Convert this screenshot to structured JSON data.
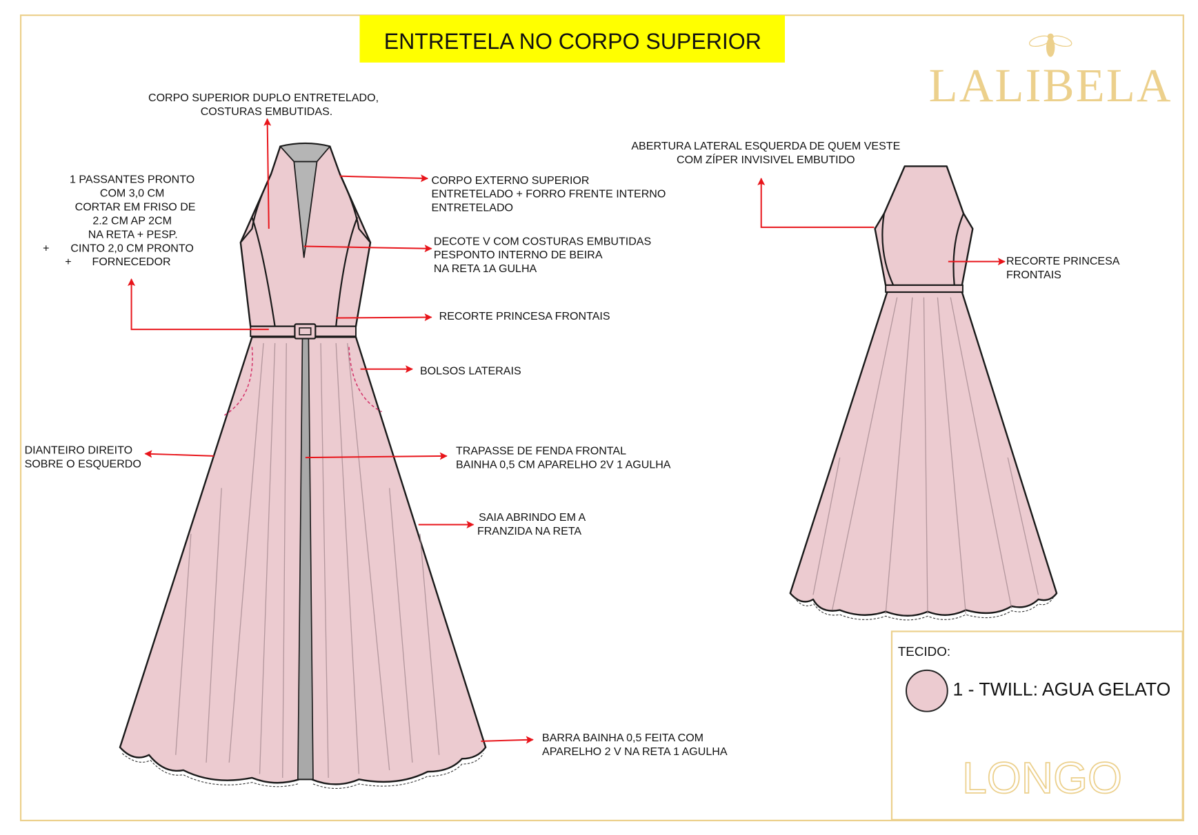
{
  "header": {
    "title": "ENTRETELA NO CORPO SUPERIOR",
    "title_bg": "#ffff00"
  },
  "brand": {
    "name": "LALIBELA",
    "icon": "bee-icon",
    "color": "#ecd08c"
  },
  "annotations": {
    "corpo_superior": [
      "CORPO SUPERIOR DUPLO ENTRETELADO,",
      "COSTURAS EMBUTIDAS."
    ],
    "passantes": [
      "1 PASSANTES PRONTO",
      "COM 3,0 CM",
      "CORTAR EM FRISO DE",
      "2.2 CM AP 2CM",
      "NA RETA + PESP.",
      "CINTO 2,0 CM PRONTO",
      "FORNECEDOR"
    ],
    "plus": "+",
    "corpo_externo": [
      "CORPO EXTERNO SUPERIOR",
      "ENTRETELADO + FORRO FRENTE INTERNO",
      "ENTRETELADO"
    ],
    "decote": [
      "DECOTE V COM COSTURAS EMBUTIDAS",
      "PESPONTO INTERNO DE BEIRA",
      "NA RETA 1A GULHA"
    ],
    "recorte_front": "RECORTE PRINCESA FRONTAIS",
    "bolsos": "BOLSOS LATERAIS",
    "dianteiro": [
      "DIANTEIRO DIREITO",
      "SOBRE O ESQUERDO"
    ],
    "trapasse": [
      "TRAPASSE DE FENDA FRONTAL",
      "BAINHA 0,5 CM APARELHO 2V 1 AGULHA"
    ],
    "saia": [
      "SAIA ABRINDO EM A",
      "FRANZIDA NA RETA"
    ],
    "barra": [
      "BARRA BAINHA 0,5 FEITA COM",
      "APARELHO 2 V NA RETA 1 AGULHA"
    ],
    "abertura": [
      "ABERTURA LATERAL ESQUERDA DE QUEM VESTE",
      "COM ZÍPER INVISIVEL EMBUTIDO"
    ],
    "recorte_back": [
      "RECORTE PRINCESA",
      "FRONTAIS"
    ]
  },
  "fabric_box": {
    "label": "TECIDO:",
    "fabric": "1 - TWILL: AGUA GELATO",
    "swatch_color": "#eccbd0",
    "length": "LONGO"
  },
  "colors": {
    "frame": "#ecd08c",
    "arrow": "#e8141a",
    "dress": "#eccbd0"
  }
}
